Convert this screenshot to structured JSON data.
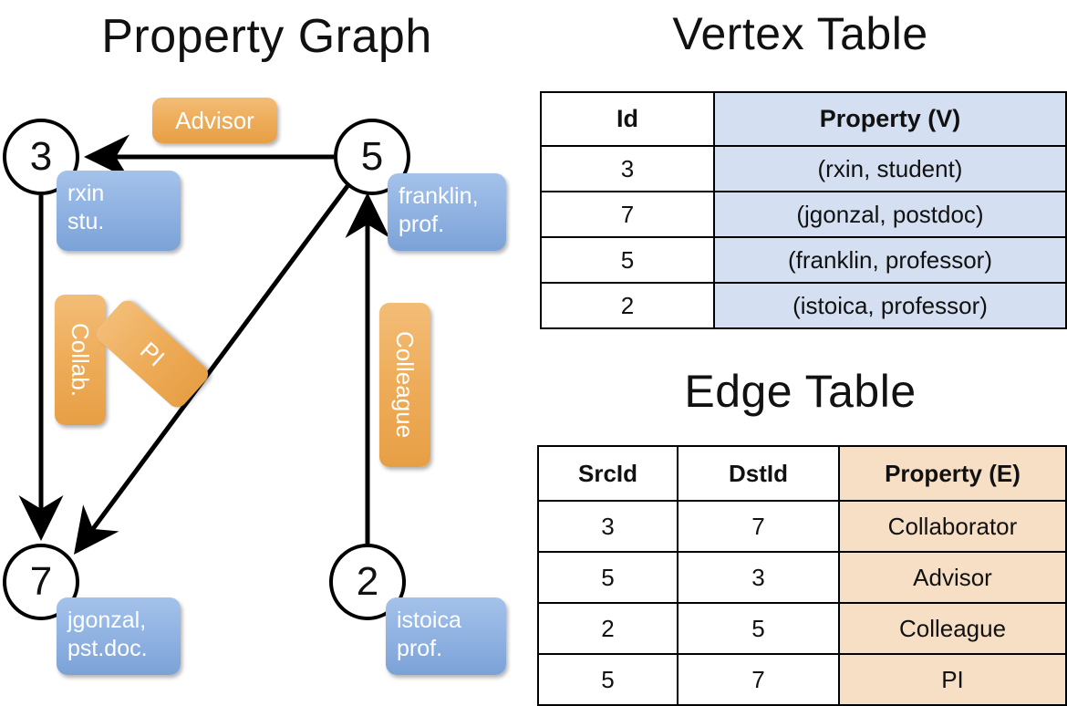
{
  "titles": {
    "graph": "Property Graph",
    "vertex_table": "Vertex Table",
    "edge_table": "Edge Table"
  },
  "graph": {
    "nodes": [
      {
        "id": "3",
        "property": "rxin\nstu.",
        "prop_line1": "rxin",
        "prop_line2": "stu."
      },
      {
        "id": "5",
        "property": "franklin,\nprof.",
        "prop_line1": "franklin,",
        "prop_line2": "prof."
      },
      {
        "id": "7",
        "property": "jgonzal,\npst.doc.",
        "prop_line1": "jgonzal,",
        "prop_line2": "pst.doc."
      },
      {
        "id": "2",
        "property": "istoica\nprof.",
        "prop_line1": "istoica",
        "prop_line2": "prof."
      }
    ],
    "edge_labels": {
      "advisor": "Advisor",
      "collab": "Collab.",
      "pi": "PI",
      "colleague": "Colleague"
    },
    "colors": {
      "node_fill": "#ffffff",
      "node_stroke": "#000000",
      "vertex_box": "#92b4e3",
      "edge_box": "#eeac59",
      "arrow": "#000000"
    }
  },
  "vertex_table": {
    "headers": [
      "Id",
      "Property (V)"
    ],
    "rows": [
      {
        "id": "3",
        "property": "(rxin, student)"
      },
      {
        "id": "7",
        "property": "(jgonzal, postdoc)"
      },
      {
        "id": "5",
        "property": "(franklin, professor)"
      },
      {
        "id": "2",
        "property": "(istoica, professor)"
      }
    ],
    "property_column_color": "#d4e0f1"
  },
  "edge_table": {
    "headers": [
      "SrcId",
      "DstId",
      "Property (E)"
    ],
    "rows": [
      {
        "src": "3",
        "dst": "7",
        "property": "Collaborator"
      },
      {
        "src": "5",
        "dst": "3",
        "property": "Advisor"
      },
      {
        "src": "2",
        "dst": "5",
        "property": "Colleague"
      },
      {
        "src": "5",
        "dst": "7",
        "property": "PI"
      }
    ],
    "property_column_color": "#f7dfc5"
  }
}
